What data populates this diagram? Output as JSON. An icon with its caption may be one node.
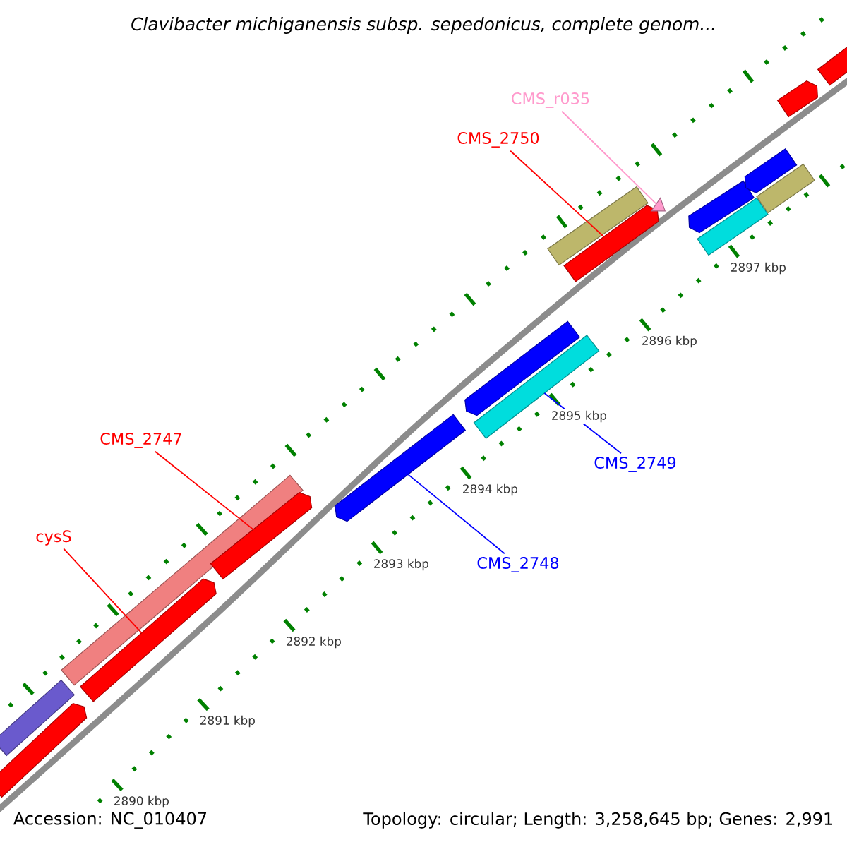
{
  "diagram": {
    "title": "Clavibacter michiganensis subsp. sepedonicus, complete genom...",
    "nodes": [
      {
        "text": [
          "CMS_r035"
        ]
      },
      {
        "text": [
          "CMS_2750"
        ]
      },
      {
        "text": [
          "CMS_2747"
        ]
      },
      {
        "text": [
          "CMS_2749"
        ]
      },
      {
        "text": [
          "cysS"
        ]
      },
      {
        "text": [
          "CMS_2748"
        ]
      },
      {
        "text": [],
        "shape": "bar"
      },
      {
        "text": [],
        "shape": "arrow"
      },
      {
        "text": [],
        "shape": "bar"
      },
      {
        "text": [],
        "shape": "arrow"
      },
      {
        "text": [],
        "shape": "arrow"
      },
      {
        "text": [],
        "shape": "arrow"
      },
      {
        "text": [],
        "shape": "arrow"
      },
      {
        "text": [],
        "shape": "bar"
      },
      {
        "text": [],
        "shape": "bar"
      },
      {
        "text": [],
        "shape": "arrow"
      },
      {
        "text": [],
        "shape": "triangle"
      },
      {
        "text": [],
        "shape": "arrow"
      },
      {
        "text": [],
        "shape": "bar"
      },
      {
        "text": [],
        "shape": "arrow"
      },
      {
        "text": [],
        "shape": "bar"
      },
      {
        "text": [],
        "shape": "arrow"
      },
      {
        "text": [],
        "shape": "arrow"
      }
    ],
    "edges": [
      {
        "from": 0,
        "to": 16,
        "arrow": "none",
        "color": "#ff99cc"
      },
      {
        "from": 1,
        "to": 15,
        "arrow": "none"
      },
      {
        "from": 2,
        "to": 10,
        "arrow": "none"
      },
      {
        "from": 3,
        "to": 13,
        "arrow": "none",
        "color": "#0000ff"
      },
      {
        "from": 4,
        "to": 9,
        "arrow": "none"
      },
      {
        "from": 5,
        "to": 11,
        "arrow": "none",
        "color": "#0000ff"
      }
    ],
    "labels": [
      "2897 kbp",
      "2896 kbp",
      "2895 kbp",
      "2894 kbp",
      "2893 kbp",
      "2892 kbp",
      "2891 kbp",
      "2890 kbp",
      "Accession: NC_010407",
      "Topology: circular; Length: 3,258,645 bp; Genes: 2,991"
    ]
  }
}
